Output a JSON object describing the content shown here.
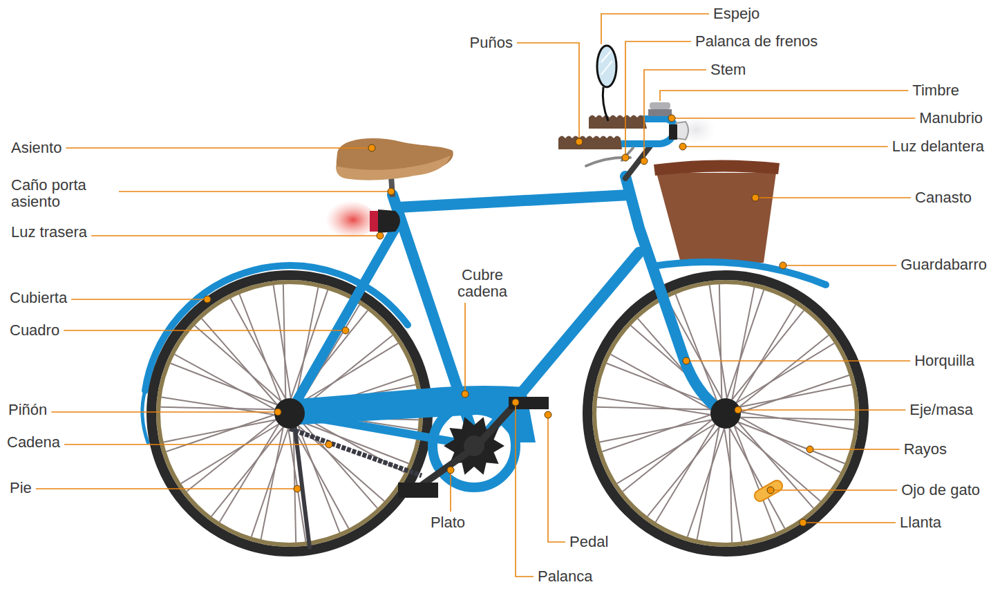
{
  "diagram": {
    "labels": [
      "Espejo",
      "Puños",
      "Palanca de frenos",
      "Stem",
      "Timbre",
      "Manubrio",
      "Asiento",
      "Luz delantera",
      "Caño porta asiento",
      "Canasto",
      "Luz trasera",
      "Guardabarro",
      "Cubre cadena",
      "Cubierta",
      "Cuadro",
      "Horquilla",
      "Piñón",
      "Eje/masa",
      "Cadena",
      "Rayos",
      "Pie",
      "Ojo de gato",
      "Plato",
      "Llanta",
      "Pedal",
      "Palanca"
    ]
  }
}
